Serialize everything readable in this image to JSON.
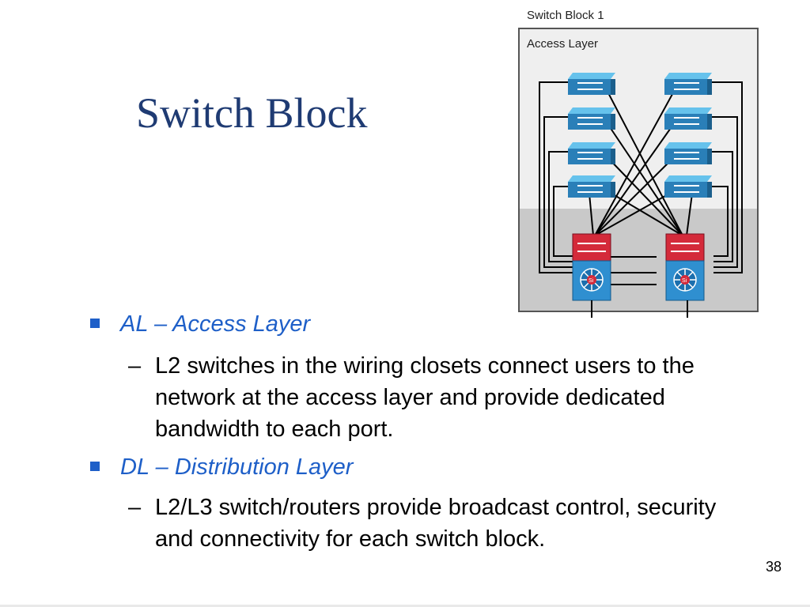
{
  "slide": {
    "title": "Switch Block",
    "bullets": [
      {
        "heading_abbrev": "AL",
        "heading_sep": " – ",
        "heading_text": "Access Layer",
        "sub": "L2 switches in the wiring closets connect users to the network at the access layer and provide dedicated bandwidth to each port."
      },
      {
        "heading_abbrev": "DL",
        "heading_sep": " – ",
        "heading_text": "Distribution Layer",
        "sub": "L2/L3 switch/routers provide broadcast control, security and connectivity for each switch block."
      }
    ],
    "sub_dash": "–",
    "page_number": "38"
  },
  "diagram": {
    "block_label": "Switch Block 1",
    "layer_label": "Access Layer",
    "colors": {
      "access_switch": "#3aa0d6",
      "router_top": "#d42a3a",
      "multilayer_switch": "#2f8fd0",
      "bullet": "#1e5fc8",
      "title": "#1f3b73"
    },
    "distribution_icon_label": "Si"
  }
}
